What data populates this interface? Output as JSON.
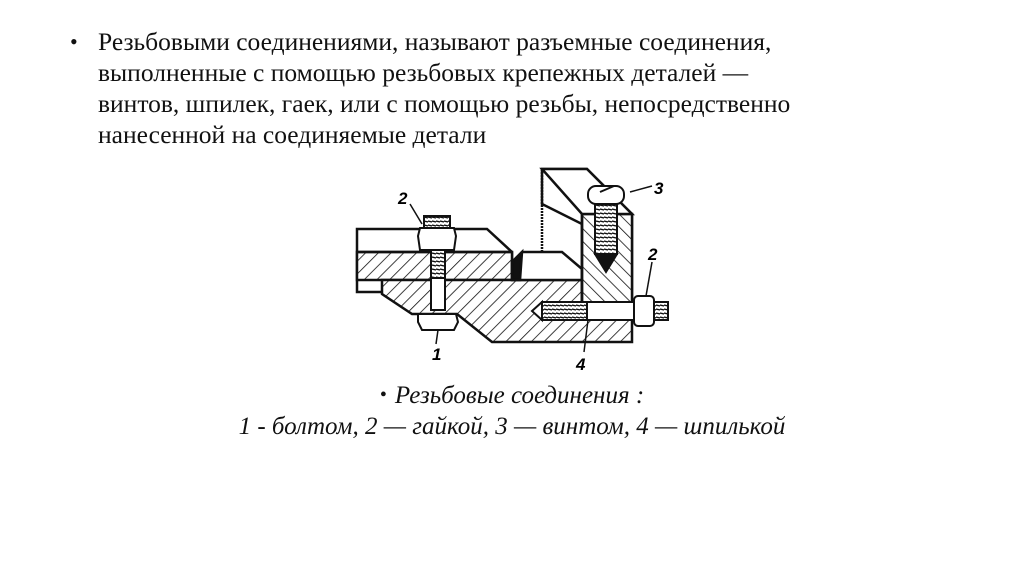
{
  "slide": {
    "main_bullet": {
      "bullet": "•",
      "lines": [
        "Резьбовыми соединениями, называют разъемные соединения,",
        "выполненные с помощью резьбовых крепежных деталей —",
        "винтов, шпилек, гаек, или с помощью резьбы, непосредственно",
        "нанесенной на соединяемые детали"
      ]
    },
    "figure": {
      "labels": {
        "bolt": "1",
        "nut_top": "2",
        "screw": "3",
        "nut_right": "2",
        "stud": "4"
      }
    },
    "caption": {
      "bullet": "•",
      "title": "Резьбовые соединения :",
      "legend": "1 - болтом, 2 — гайкой, 3 — винтом, 4 — шпилькой"
    }
  }
}
